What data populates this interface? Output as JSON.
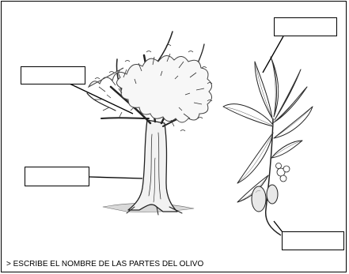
{
  "worksheet": {
    "instruction": "> ESCRIBE EL NOMBRE DE LAS PARTES DEL OLIVO",
    "answer_boxes": [
      {
        "id": "copa",
        "value": ""
      },
      {
        "id": "tronco",
        "value": ""
      },
      {
        "id": "hojas",
        "value": ""
      },
      {
        "id": "fruto",
        "value": ""
      }
    ]
  }
}
